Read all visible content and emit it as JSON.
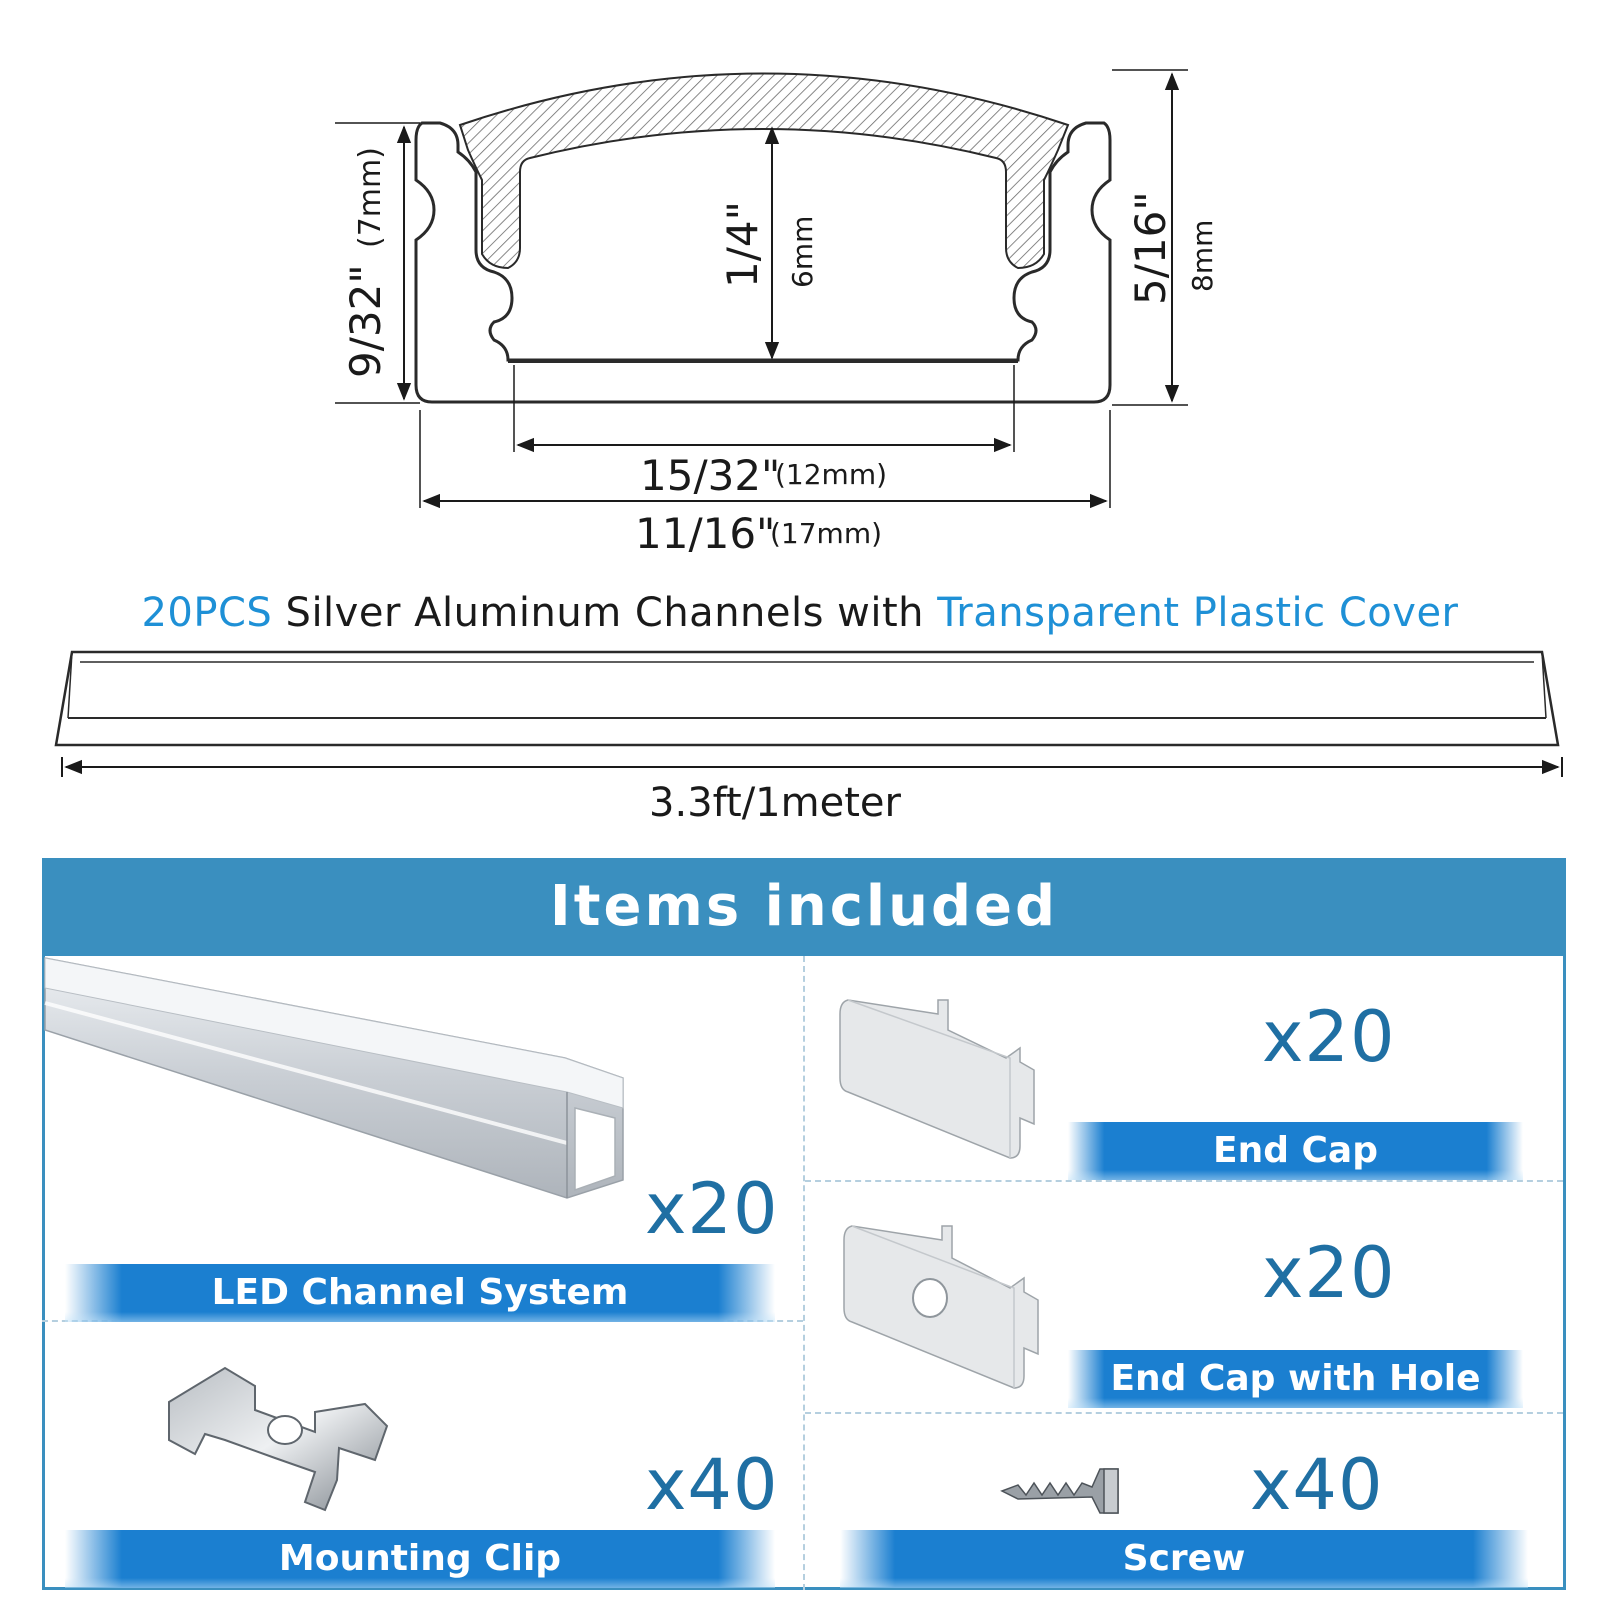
{
  "diagram": {
    "height_left_label": "9/32\"",
    "height_left_mm": "(7mm)",
    "inner_height_label": "1/4\"",
    "inner_height_mm": "6mm",
    "outer_height_label": "5/16\"",
    "outer_height_mm": "8mm",
    "inner_width_label": "15/32\"",
    "inner_width_mm": "(12mm)",
    "outer_width_label": "11/16\"",
    "outer_width_mm": "(17mm)"
  },
  "headline": {
    "count": "20PCS",
    "middle": "Silver Aluminum Channels with",
    "cover": "Transparent Plastic Cover"
  },
  "length_label": "3.3ft/1meter",
  "items": {
    "header": "Items included",
    "led_channel": {
      "qty": "x20",
      "label": "LED Channel System"
    },
    "end_cap": {
      "qty": "x20",
      "label": "End Cap"
    },
    "end_cap_hole": {
      "qty": "x20",
      "label": "End Cap with Hole"
    },
    "mounting_clip": {
      "qty": "x40",
      "label": "Mounting Clip"
    },
    "screw": {
      "qty": "x40",
      "label": "Screw"
    }
  },
  "colors": {
    "accent_text": "#1e90d6",
    "header_bg": "#3a8fbf",
    "banner_bg": "#1b7fd0",
    "qty_text": "#1f6fa3"
  }
}
